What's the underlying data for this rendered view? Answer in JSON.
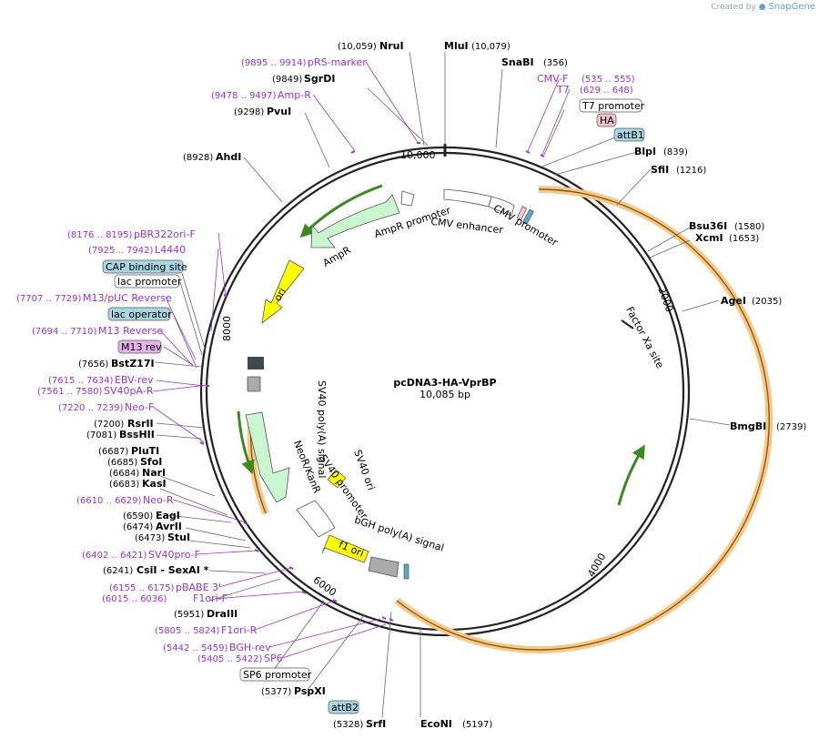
{
  "credit": {
    "prefix": "Created by",
    "brand": "SnapGene"
  },
  "plasmid": {
    "name": "pcDNA3-HA-VprBP",
    "length": "10,085 bp"
  },
  "ticks": [
    "10,000",
    "2000",
    "4000",
    "6000",
    "8000"
  ],
  "features": [
    "AmpR promoter",
    "AmpR",
    "ori",
    "CMV enhancer",
    "CMV promoter",
    "Factor Xa site",
    "SV40 poly(A) signal",
    "NeoR/KanR",
    "SV40 promoter",
    "SV40 ori",
    "bGH poly(A) signal",
    "f1 ori"
  ],
  "boxed": [
    {
      "id": "t7prom",
      "text": "T7 promoter",
      "fill": "#ffffff"
    },
    {
      "id": "ha",
      "text": "HA",
      "fill": "#f4c2cc"
    },
    {
      "id": "attb1",
      "text": "attB1",
      "fill": "#a9d6e3"
    },
    {
      "id": "cap",
      "text": "CAP binding site",
      "fill": "#a9d6e3"
    },
    {
      "id": "lacprom",
      "text": "lac promoter",
      "fill": "#ffffff"
    },
    {
      "id": "lacop",
      "text": "lac operator",
      "fill": "#a9d6e3"
    },
    {
      "id": "m13rev",
      "text": "M13 rev",
      "fill": "#e7b3ee"
    },
    {
      "id": "sp6prom",
      "text": "SP6 promoter",
      "fill": "#ffffff"
    },
    {
      "id": "attb2",
      "text": "attB2",
      "fill": "#a9d6e3"
    }
  ],
  "sites": [
    {
      "name": "NruI",
      "pos": "(10,059)"
    },
    {
      "name": "MluI",
      "pos": "(10,079)"
    },
    {
      "name": "SnaBI",
      "pos": "(356)"
    },
    {
      "name": "SgrDI",
      "pos": "(9849)"
    },
    {
      "name": "PvuI",
      "pos": "(9298)"
    },
    {
      "name": "AhdI",
      "pos": "(8928)"
    },
    {
      "name": "BlpI",
      "pos": "(839)"
    },
    {
      "name": "SfiI",
      "pos": "(1216)"
    },
    {
      "name": "Bsu36I",
      "pos": "(1580)"
    },
    {
      "name": "XcmI",
      "pos": "(1653)"
    },
    {
      "name": "AgeI",
      "pos": "(2035)"
    },
    {
      "name": "BmgBI",
      "pos": "(2739)"
    },
    {
      "name": "BstZ17I",
      "pos": "(7656)"
    },
    {
      "name": "RsrII",
      "pos": "(7200)"
    },
    {
      "name": "BssHII",
      "pos": "(7081)"
    },
    {
      "name": "PluTI",
      "pos": "(6687)"
    },
    {
      "name": "SfoI",
      "pos": "(6685)"
    },
    {
      "name": "NarI",
      "pos": "(6684)"
    },
    {
      "name": "KasI",
      "pos": "(6683)"
    },
    {
      "name": "EagI",
      "pos": "(6590)"
    },
    {
      "name": "AvrII",
      "pos": "(6474)"
    },
    {
      "name": "StuI",
      "pos": "(6473)"
    },
    {
      "name": "CsiI - SexAI *",
      "pos": "(6241)"
    },
    {
      "name": "DraIII",
      "pos": "(5951)"
    },
    {
      "name": "PspXI",
      "pos": "(5377)"
    },
    {
      "name": "SrfI",
      "pos": "(5328)"
    },
    {
      "name": "EcoNI",
      "pos": "(5197)"
    }
  ],
  "primers": [
    {
      "name": "pRS-marker",
      "pos": "(9895 .. 9914)"
    },
    {
      "name": "Amp-R",
      "pos": "(9478 .. 9497)"
    },
    {
      "name": "CMV-F",
      "pos": "(535 .. 555)"
    },
    {
      "name": "T7",
      "pos": "(629 .. 648)"
    },
    {
      "name": "pBR322ori-F",
      "pos": "(8176 .. 8195)"
    },
    {
      "name": "L4440",
      "pos": "(7925 .. 7942)"
    },
    {
      "name": "M13/pUC Reverse",
      "pos": "(7707 .. 7729)"
    },
    {
      "name": "M13 Reverse",
      "pos": "(7694 .. 7710)"
    },
    {
      "name": "EBV-rev",
      "pos": "(7615 .. 7634)"
    },
    {
      "name": "SV40pA-R",
      "pos": "(7561 .. 7580)"
    },
    {
      "name": "Neo-F",
      "pos": "(7220 .. 7239)"
    },
    {
      "name": "Neo-R",
      "pos": "(6610 .. 6629)"
    },
    {
      "name": "SV40pro-F",
      "pos": "(6402 .. 6421)"
    },
    {
      "name": "pBABE 3'",
      "pos": "(6155 .. 6175)"
    },
    {
      "name": "F1ori-F",
      "pos": "(6015 .. 6036)"
    },
    {
      "name": "F1ori-R",
      "pos": "(5805 .. 5824)"
    },
    {
      "name": "BGH-rev",
      "pos": "(5442 .. 5459)"
    },
    {
      "name": "SP6",
      "pos": "(5405 .. 5422)"
    }
  ]
}
